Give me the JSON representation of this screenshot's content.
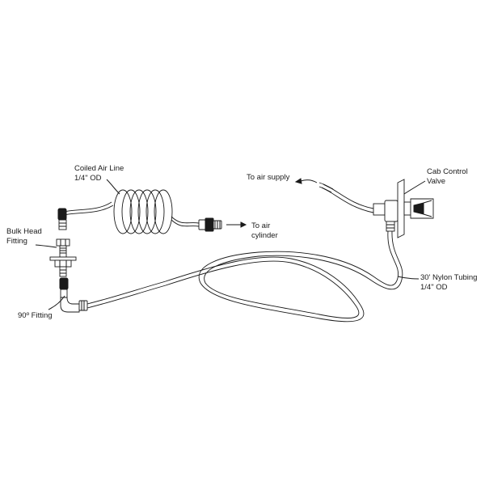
{
  "labels": {
    "coiled_air_line": "Coiled Air Line",
    "coiled_air_line_od": "1/4\" OD",
    "bulk_head": "Bulk Head",
    "bulk_head_fitting": "Fitting",
    "to_air": "To air",
    "cylinder": "cylinder",
    "to_air_supply": "To air supply",
    "cab_control": "Cab Control",
    "valve": "Valve",
    "nylon_tubing": "30' Nylon Tubing",
    "nylon_tubing_od": "1/4\" OD",
    "ninety_fitting": "90º Fitting"
  }
}
